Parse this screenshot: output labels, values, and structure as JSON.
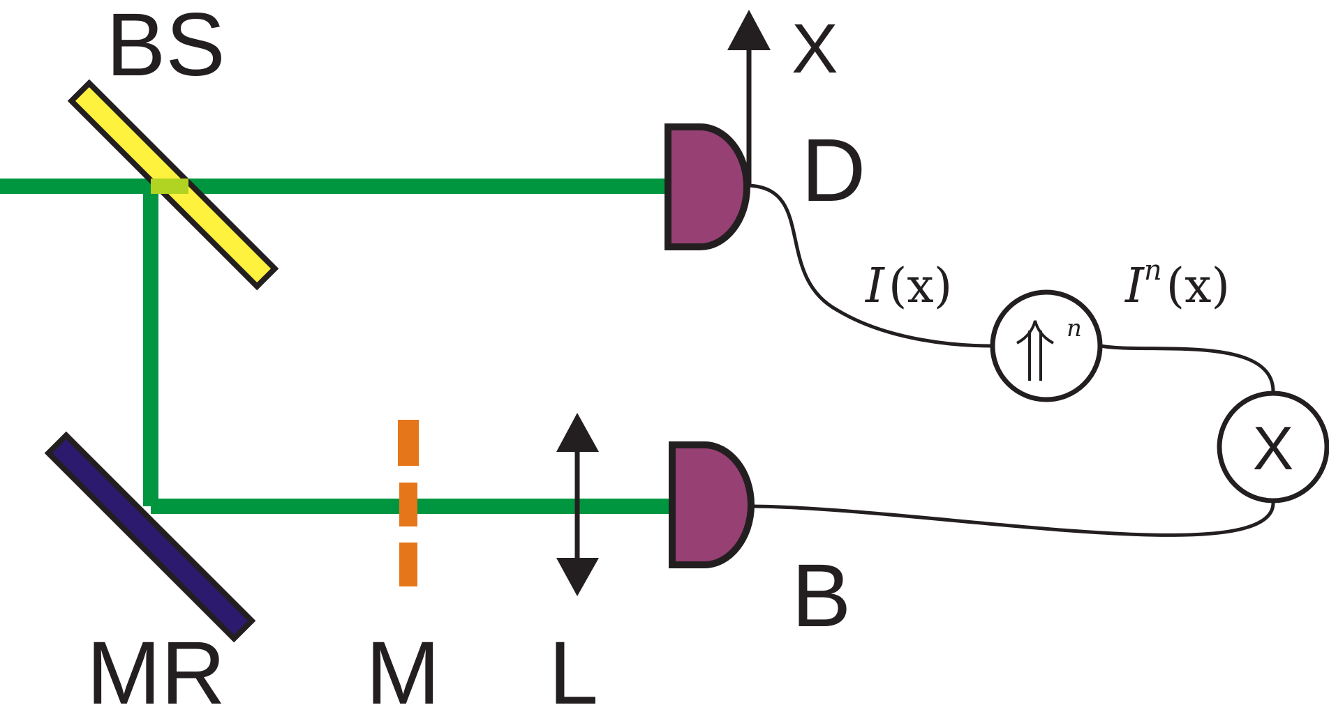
{
  "labels": {
    "beam_splitter": "BS",
    "detector": "D",
    "reference_detector": "B",
    "reference_mirror": "MR",
    "mask": "M",
    "lens": "L",
    "x_axis": "X",
    "multiply": "X"
  },
  "signals": {
    "intensity_base": "I",
    "intensity_arg": "(x)",
    "power_base": "I",
    "power_exp": "n",
    "power_arg": "(x)",
    "power_block_exp": "n"
  },
  "colors": {
    "beam": "#009640",
    "beam_splitter": "#fff23f",
    "beam_overlap": "#b1d321",
    "mirror": "#2b1a6e",
    "mask": "#e6761a",
    "detector": "#964073",
    "outline": "#231f20"
  }
}
